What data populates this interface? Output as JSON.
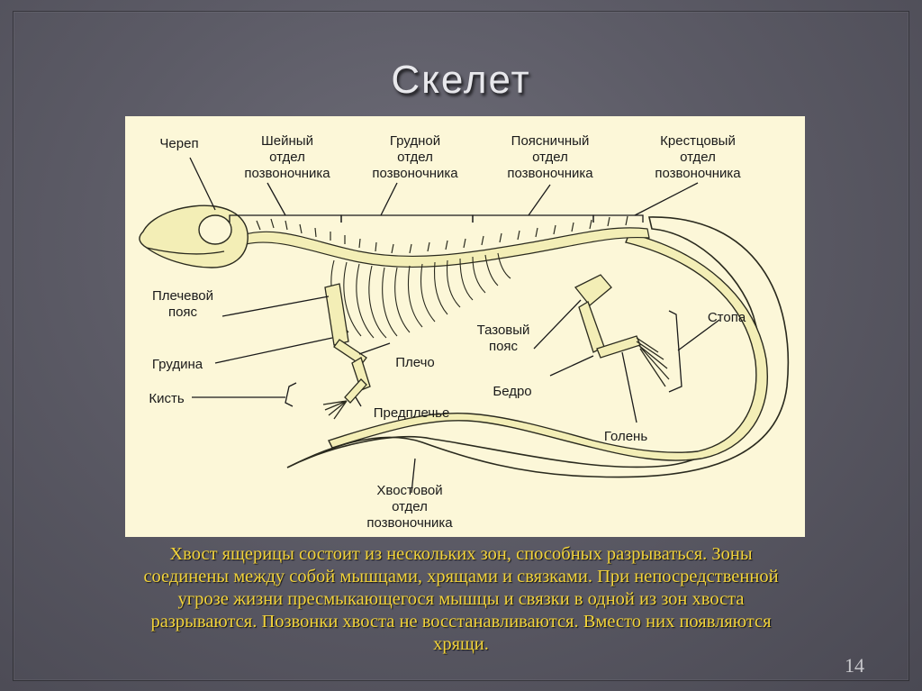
{
  "slide": {
    "title": "Скелет",
    "page_number": "14"
  },
  "diagram": {
    "labels": {
      "skull": "Череп",
      "cervical": [
        "Шейный",
        "отдел",
        "позвоночника"
      ],
      "thoracic": [
        "Грудной",
        "отдел",
        "позвоночника"
      ],
      "lumbar": [
        "Поясничный",
        "отдел",
        "позвоночника"
      ],
      "sacral": [
        "Крестцовый",
        "отдел",
        "позвоночника"
      ],
      "shoulder_girdle": [
        "Плечевой",
        "пояс"
      ],
      "sternum": "Грудина",
      "hand": "Кисть",
      "humerus": "Плечо",
      "forearm": "Предплечье",
      "pelvic_girdle": [
        "Тазовый",
        "пояс"
      ],
      "femur": "Бедро",
      "shin": "Голень",
      "foot": "Стопа",
      "caudal": [
        "Хвостовой",
        "отдел",
        "позвоночника"
      ]
    },
    "colors": {
      "bone": "#f3eeb6",
      "outline": "#2a2a1e",
      "background": "#fcf7d8"
    }
  },
  "caption": {
    "lines": [
      "Хвост ящерицы состоит из нескольких зон, способных разрываться. Зоны",
      "соединены между собой мышцами, хрящами и связками. При непосредственной",
      "угрозе жизни пресмыкающегося мышцы и связки в одной из зон хвоста",
      "разрываются. Позвонки хвоста не восстанавливаются. Вместо них появляются",
      "хрящи."
    ],
    "color": "#f2d33a"
  }
}
